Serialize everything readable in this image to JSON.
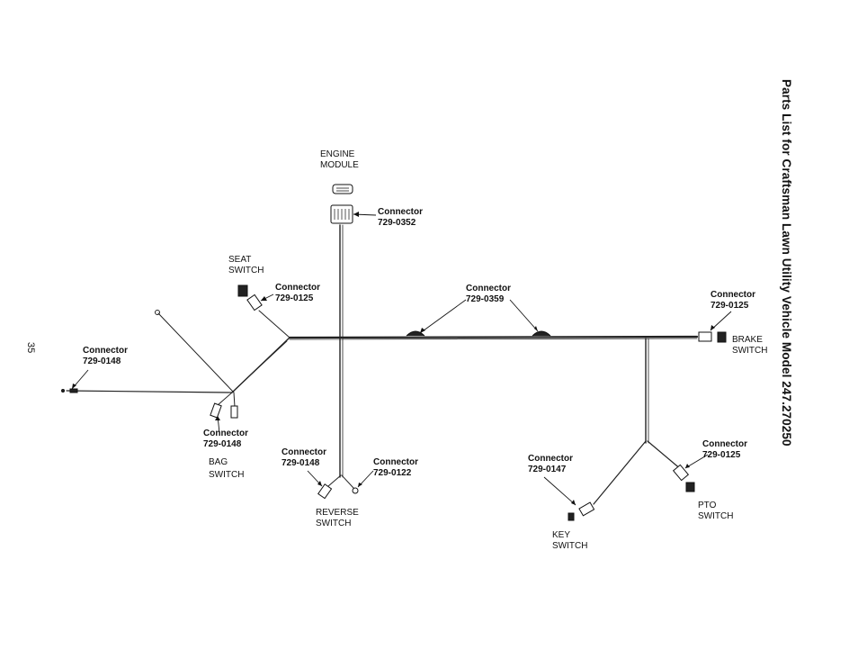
{
  "title": "Parts List for Craftsman Lawn Utility Vehicle Model 247.270250",
  "page_number": "35",
  "components": {
    "engine_module": "ENGINE\nMODULE",
    "seat_switch": "SEAT\nSWITCH",
    "brake_switch": "BRAKE\nSWITCH",
    "bag_switch": "BAG\nSWITCH",
    "reverse_switch": "REVERSE\nSWITCH",
    "key_switch": "KEY\nSWITCH",
    "pto_switch": "PTO\nSWITCH"
  },
  "connectors": {
    "engine": {
      "label": "Connector",
      "part": "729-0352"
    },
    "seat": {
      "label": "Connector",
      "part": "729-0125"
    },
    "center": {
      "label": "Connector",
      "part": "729-0359"
    },
    "brake": {
      "label": "Connector",
      "part": "729-0125"
    },
    "left": {
      "label": "Connector",
      "part": "729-0148"
    },
    "bag": {
      "label": "Connector",
      "part": "729-0148"
    },
    "reverse_left": {
      "label": "Connector",
      "part": "729-0148"
    },
    "reverse_right": {
      "label": "Connector",
      "part": "729-0122"
    },
    "key": {
      "label": "Connector",
      "part": "729-0147"
    },
    "pto": {
      "label": "Connector",
      "part": "729-0125"
    }
  }
}
